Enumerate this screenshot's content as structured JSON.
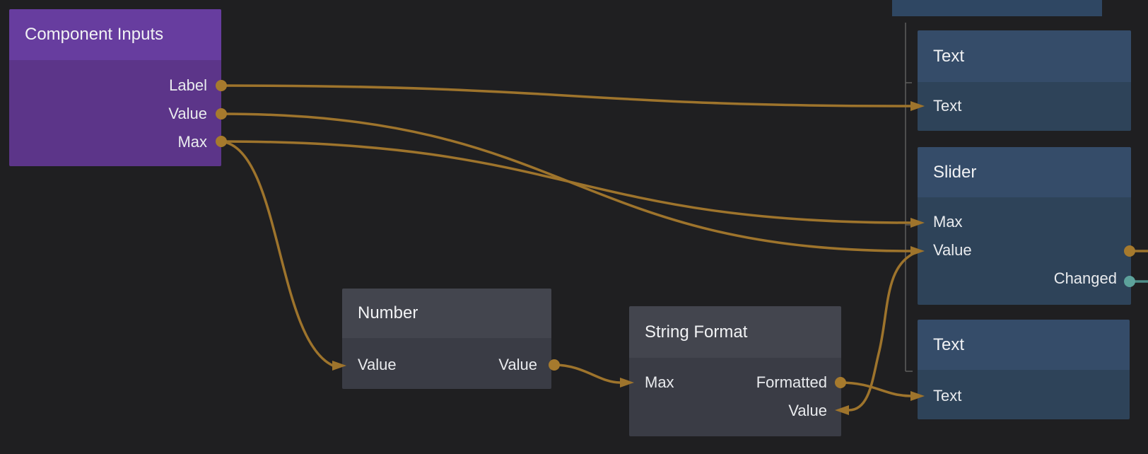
{
  "editor": {
    "type": "node-graph-editor",
    "background_color": "#1f1f21",
    "wire_color": "#9e742c",
    "port_color_gold": "#a67a2d",
    "port_color_teal": "#5da29b",
    "wire_color_teal": "#4e8e88"
  },
  "nodes": {
    "component_inputs": {
      "title": "Component Inputs",
      "palette": {
        "header": "#673d9f",
        "body": "#5c3589"
      },
      "out_label": "Label",
      "out_value": "Value",
      "out_max": "Max"
    },
    "number": {
      "title": "Number",
      "palette": {
        "header": "#43454e",
        "body": "#3a3c45"
      },
      "in_value": "Value",
      "out_value": "Value"
    },
    "string_format": {
      "title": "String Format",
      "palette": {
        "header": "#43454e",
        "body": "#3a3c45"
      },
      "in_max": "Max",
      "out_formatted": "Formatted",
      "in_value": "Value"
    },
    "text_top": {
      "title": "Text",
      "palette": {
        "header": "#354c69",
        "body": "#2e4359"
      },
      "in_text": "Text"
    },
    "slider": {
      "title": "Slider",
      "palette": {
        "header": "#354c69",
        "body": "#2e4359"
      },
      "in_max": "Max",
      "in_value": "Value",
      "out_changed": "Changed"
    },
    "text_bottom": {
      "title": "Text",
      "palette": {
        "header": "#354c69",
        "body": "#2e4359"
      },
      "in_text": "Text"
    },
    "offscreen_top": {
      "title": "",
      "note": "partially visible node header bar clipped at top edge"
    }
  },
  "edges": [
    {
      "from": "component-inputs.Label",
      "to": "text-top.Text"
    },
    {
      "from": "component-inputs.Value",
      "to": "slider.Value"
    },
    {
      "from": "component-inputs.Max",
      "to": "slider.Max"
    },
    {
      "from": "component-inputs.Max",
      "to": "number.Value"
    },
    {
      "from": "number.Value",
      "to": "string-format.Max"
    },
    {
      "from": "string-format.Formatted",
      "to": "text-bottom.Text"
    },
    {
      "from": "slider.Value",
      "to": "string-format.Value"
    },
    {
      "from": "slider.Value",
      "to": "off-canvas-right"
    },
    {
      "from": "slider.Changed",
      "to": "off-canvas-right"
    }
  ]
}
